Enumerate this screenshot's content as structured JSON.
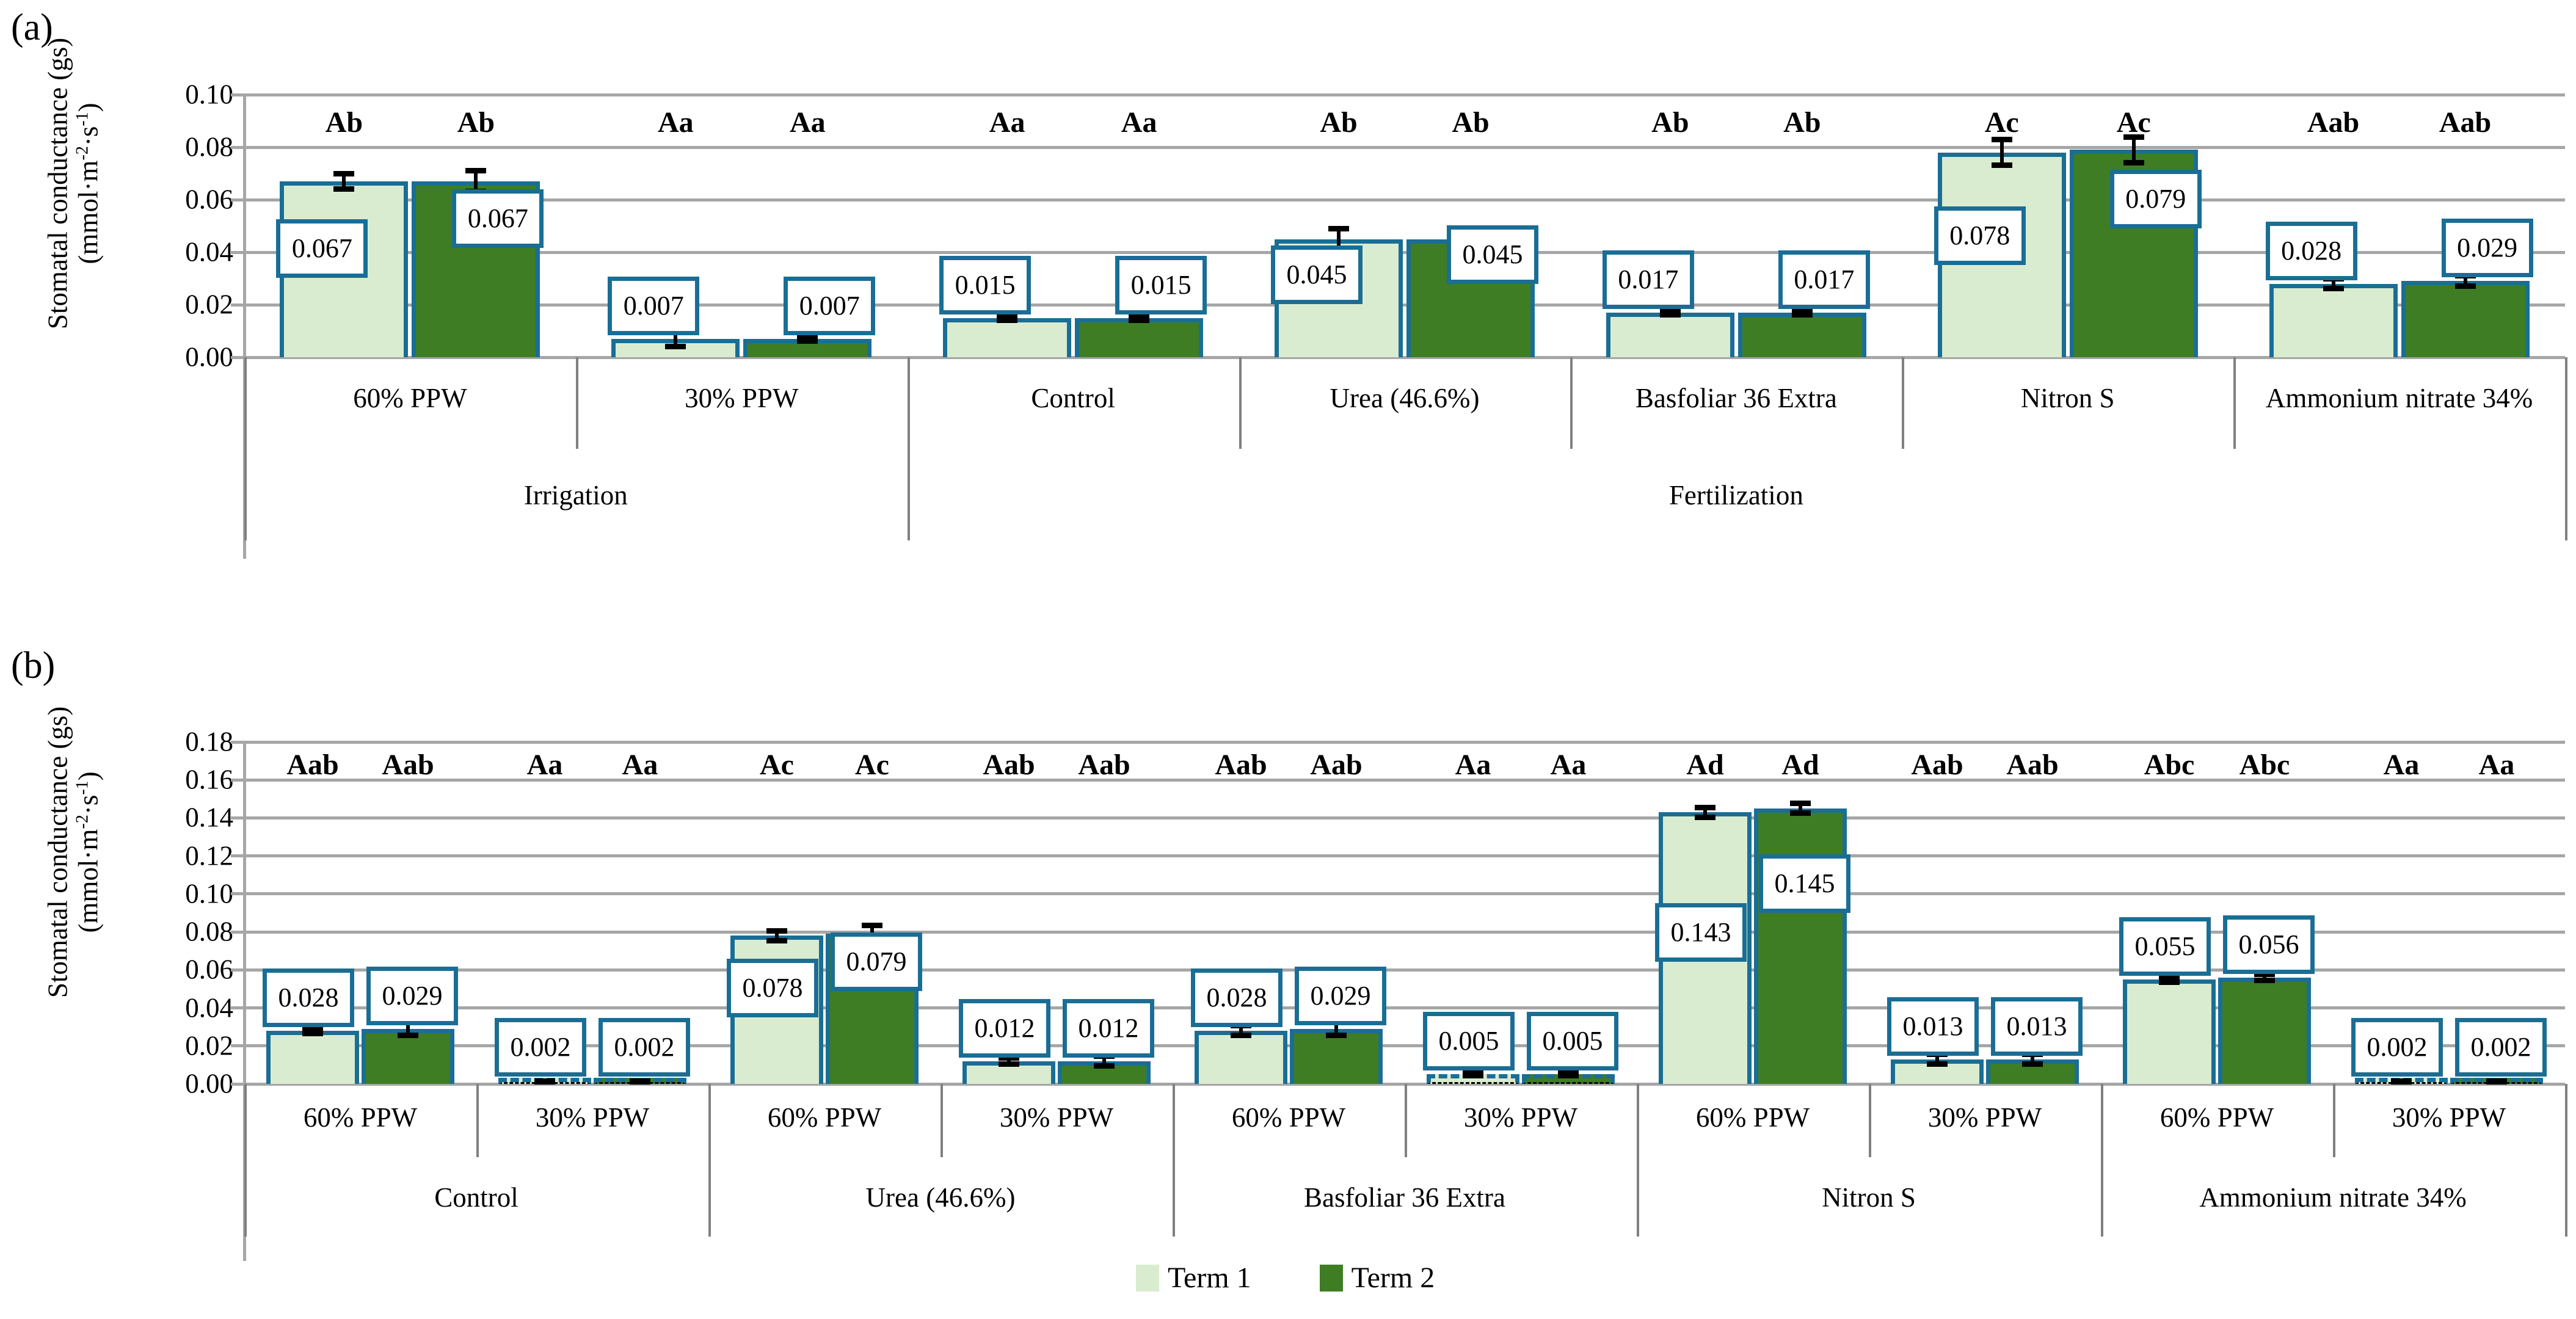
{
  "figure": {
    "panel_a_tag": "(a)",
    "panel_b_tag": "(b)"
  },
  "legend": {
    "items": [
      {
        "label": "Term 1",
        "color": "#d9ecd0"
      },
      {
        "label": "Term 2",
        "color": "#3f7d24"
      }
    ]
  },
  "colors": {
    "term1": "#d9ecd0",
    "term2": "#3f7d24",
    "callout_border": "#1a6e95",
    "gridline": "#a6a6a6",
    "separator": "#808080"
  },
  "chart_data": [
    {
      "type": "bar",
      "panel": "(a)",
      "title": "",
      "ylabel": "Stomatal conductance (gs) (mmol·m-2·s-1)",
      "ylabel_main": "Stomatal conductance (gs)",
      "ylabel_units": "(mmol·m",
      "ylabel_units_sup1": "-2",
      "ylabel_units_mid": "·s",
      "ylabel_units_sup2": "-1",
      "ylabel_units_end": ")",
      "xlabel": "",
      "ylim": [
        0,
        0.1
      ],
      "ytick_labels": [
        "0.10",
        "0.08",
        "0.06",
        "0.04",
        "0.02",
        "0.00"
      ],
      "ytick_values": [
        0.1,
        0.08,
        0.06,
        0.04,
        0.02,
        0.0
      ],
      "grid": true,
      "legend_position": "bottom",
      "categories": [
        "60% PPW",
        "30% PPW",
        "Control",
        "Urea (46.6%)",
        "Basfoliar 36 Extra",
        "Nitron S",
        "Ammonium nitrate 34%"
      ],
      "supergroups": [
        {
          "label": "Irrigation",
          "span": [
            0,
            1
          ]
        },
        {
          "label": "Fertilization",
          "span": [
            2,
            6
          ]
        }
      ],
      "series": [
        {
          "name": "Term 1",
          "values": [
            0.067,
            0.007,
            0.015,
            0.045,
            0.017,
            0.078,
            0.028
          ],
          "errors": [
            0.004,
            0.004,
            0.002,
            0.005,
            0.002,
            0.006,
            0.003
          ]
        },
        {
          "name": "Term 2",
          "values": [
            0.067,
            0.007,
            0.015,
            0.045,
            0.017,
            0.079,
            0.029
          ],
          "errors": [
            0.005,
            0.002,
            0.002,
            0.004,
            0.002,
            0.006,
            0.003
          ]
        }
      ],
      "value_labels": [
        [
          "0.067",
          "0.007",
          "0.015",
          "0.045",
          "0.017",
          "0.078",
          "0.028"
        ],
        [
          "0.067",
          "0.007",
          "0.015",
          "0.045",
          "0.017",
          "0.079",
          "0.029"
        ]
      ],
      "significance_letters": [
        [
          "Ab",
          "Aa",
          "Aa",
          "Ab",
          "Ab",
          "Ac",
          "Aab"
        ],
        [
          "Ab",
          "Aa",
          "Aa",
          "Ab",
          "Ab",
          "Ac",
          "Aab"
        ]
      ]
    },
    {
      "type": "bar",
      "panel": "(b)",
      "title": "",
      "ylabel": "Stomatal conductance (gs) (mmol·m-2·s-1)",
      "ylabel_main": "Stomatal conductance (gs)",
      "ylabel_units": "(mmol·m",
      "ylabel_units_sup1": "-2",
      "ylabel_units_mid": "·s",
      "ylabel_units_sup2": "-1",
      "ylabel_units_end": ")",
      "xlabel": "",
      "ylim": [
        0,
        0.18
      ],
      "ytick_labels": [
        "0.18",
        "0.16",
        "0.14",
        "0.12",
        "0.10",
        "0.08",
        "0.06",
        "0.04",
        "0.02",
        "0.00"
      ],
      "ytick_values": [
        0.18,
        0.16,
        0.14,
        0.12,
        0.1,
        0.08,
        0.06,
        0.04,
        0.02,
        0.0
      ],
      "grid": true,
      "legend_position": "bottom",
      "categories": [
        "60% PPW",
        "30% PPW",
        "60% PPW",
        "30% PPW",
        "60% PPW",
        "30% PPW",
        "60% PPW",
        "30% PPW",
        "60% PPW",
        "30% PPW"
      ],
      "supergroups": [
        {
          "label": "Control",
          "span": [
            0,
            1
          ]
        },
        {
          "label": "Urea (46.6%)",
          "span": [
            2,
            3
          ]
        },
        {
          "label": "Basfoliar 36 Extra",
          "span": [
            4,
            5
          ]
        },
        {
          "label": "Nitron S",
          "span": [
            6,
            7
          ]
        },
        {
          "label": "Ammonium nitrate 34%",
          "span": [
            8,
            9
          ]
        }
      ],
      "series": [
        {
          "name": "Term 1",
          "values": [
            0.028,
            0.002,
            0.078,
            0.012,
            0.028,
            0.005,
            0.143,
            0.013,
            0.055,
            0.002
          ],
          "errors": [
            0.003,
            0.001,
            0.004,
            0.003,
            0.004,
            0.002,
            0.004,
            0.004,
            0.003,
            0.001
          ]
        },
        {
          "name": "Term 2",
          "values": [
            0.029,
            0.002,
            0.079,
            0.012,
            0.029,
            0.005,
            0.145,
            0.013,
            0.056,
            0.002
          ],
          "errors": [
            0.005,
            0.001,
            0.006,
            0.004,
            0.005,
            0.002,
            0.004,
            0.004,
            0.003,
            0.001
          ]
        }
      ],
      "value_labels": [
        [
          "0.028",
          "0.002",
          "0.078",
          "0.012",
          "0.028",
          "0.005",
          "0.143",
          "0.013",
          "0.055",
          "0.002"
        ],
        [
          "0.029",
          "0.002",
          "0.079",
          "0.012",
          "0.029",
          "0.005",
          "0.145",
          "0.013",
          "0.056",
          "0.002"
        ]
      ],
      "significance_letters": [
        [
          "Aab",
          "Aa",
          "Ac",
          "Aab",
          "Aab",
          "Aa",
          "Ad",
          "Aab",
          "Abc",
          "Aa"
        ],
        [
          "Aab",
          "Aa",
          "Ac",
          "Aab",
          "Aab",
          "Aa",
          "Ad",
          "Aab",
          "Abc",
          "Aa"
        ]
      ]
    }
  ]
}
